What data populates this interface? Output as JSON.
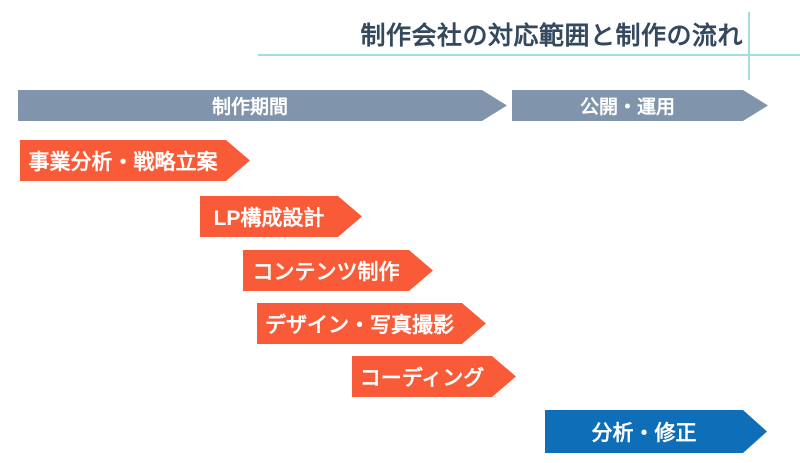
{
  "title": "制作会社の対応範囲と制作の流れ",
  "colors": {
    "title_text": "#35495E",
    "accent_line": "#A6DBE3",
    "phase_fill": "#8095AB",
    "task_fill": "#F95A38",
    "analysis_fill": "#0E6EB8",
    "label_text": "#FFFFFF"
  },
  "phases": [
    {
      "label": "制作期間"
    },
    {
      "label": "公開・運用"
    }
  ],
  "steps": [
    {
      "label": "事業分析・戦略立案"
    },
    {
      "label": "LP構成設計"
    },
    {
      "label": "コンテンツ制作"
    },
    {
      "label": "デザイン・写真撮影"
    },
    {
      "label": "コーディング"
    },
    {
      "label": "分析・修正"
    }
  ]
}
